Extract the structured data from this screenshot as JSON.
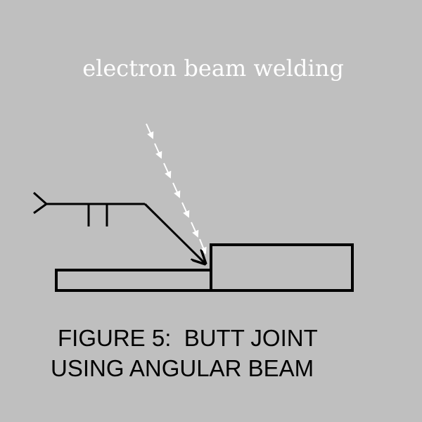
{
  "diagram": {
    "process_label": "electron beam welding",
    "caption_line1": "FIGURE 5:  BUTT JOINT",
    "caption_line2": "USING ANGULAR BEAM",
    "colors": {
      "background": "#bfbfbf",
      "lines": "#000000",
      "beam": "#ffffff",
      "label": "#ffffff"
    }
  }
}
